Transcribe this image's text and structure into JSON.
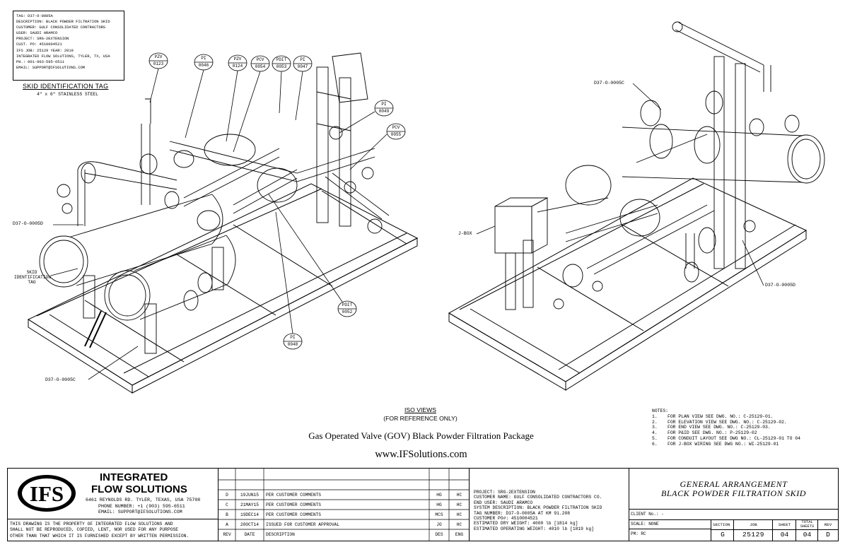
{
  "skid_tag": {
    "lines": [
      "TAG: D37-O-0005A",
      "DESCRIPTION: BLACK POWDER FILTRATION SKID",
      "CUSTOMER: GULF CONSOLIDATED CONTRACTORS",
      "USER: SAUDI ARAMCO",
      "PROJECT: SRG-2EXTENSION",
      "CUST. PO: 4510004521",
      "IFS JOB: 25129        YEAR: 2019",
      "INTEGRATED FLOW SOLUTIONS, TYLER, TX, USA",
      "PH.: 001-903-595-6511",
      "EMAIL: SUPPORT@IFSOLUTIONS.COM"
    ],
    "caption": "SKID IDENTIFICATION TAG",
    "caption_sub": "4\" x 6\" STAINLESS STEEL"
  },
  "callouts_left": [
    {
      "tag": "PZV",
      "num": "0123"
    },
    {
      "tag": "PI",
      "num": "0046"
    },
    {
      "tag": "PZV",
      "num": "0124"
    },
    {
      "tag": "PCV",
      "num": "0054"
    },
    {
      "tag": "PDIT",
      "num": "0053"
    },
    {
      "tag": "PI",
      "num": "0047"
    },
    {
      "tag": "PI",
      "num": "0049"
    },
    {
      "tag": "PCV",
      "num": "0055"
    },
    {
      "tag": "PDIT",
      "num": "0052"
    },
    {
      "tag": "PI",
      "num": "0048"
    }
  ],
  "labels": {
    "left_filter": "D37-O-0005D",
    "skid_id_tag": "SKID IDENTIFICATION TAG",
    "left_bottom": "D37-O-0005C",
    "right_top": "D37-O-0005C",
    "jbox": "J-BOX",
    "right_filter": "D37-O-0005D"
  },
  "iso": {
    "title": "ISO VIEWS",
    "sub": "(FOR REFERENCE ONLY)",
    "package": "Gas Operated Valve (GOV) Black Powder Filtration Package",
    "website": "www.IFSolutions.com"
  },
  "notes": {
    "title": "NOTES:",
    "items": [
      {
        "n": "1.",
        "text": "FOR PLAN VIEW SEE DWG. NO.: C-25129-01."
      },
      {
        "n": "2.",
        "text": "FOR ELEVATION VIEW SEE DWG. NO.: C-25129-02."
      },
      {
        "n": "3.",
        "text": "FOR END VIEW SEE DWG. NO.: C-25129-03."
      },
      {
        "n": "4.",
        "text": "FOR P&ID SEE DWG. NO.: P-25129-02"
      },
      {
        "n": "5.",
        "text": "FOR CONDUIT LAYOUT SEE DWG NO.: CL-25129-01 TO 04"
      },
      {
        "n": "6.",
        "text": "FOR J-BOX WIRING SEE DWG NO.: WI-25129-01"
      }
    ]
  },
  "company": {
    "logo_text": "IFS",
    "name1": "INTEGRATED",
    "name2": "FLOW SOLUTIONS",
    "address": "6461 REYNOLDS RD. TYLER, TEXAS, USA 75708",
    "phone": "PHONE NUMBER: +1 (903) 595-6511",
    "email": "EMAIL: SUPPORT@IFSOLUTIONS.COM",
    "disclaimer": [
      "THIS DRAWING IS THE PROPERTY OF INTEGRATED FLOW SOLUTIONS AND",
      "SHALL NOT BE REPRODUCED, COPIED, LENT, NOR USED FOR ANY PURPOSE",
      "OTHER THAN THAT WHICH IT IS FURNISHED EXCEPT BY WRITTEN PERMISSION."
    ]
  },
  "revisions": {
    "headers": {
      "rev": "REV",
      "date": "DATE",
      "desc": "DESCRIPTION",
      "des": "DES",
      "eng": "ENG"
    },
    "rows": [
      {
        "rev": "D",
        "date": "19JUN15",
        "desc": "PER CUSTOMER COMMENTS",
        "des": "HG",
        "eng": "HC"
      },
      {
        "rev": "C",
        "date": "21MAY15",
        "desc": "PER CUSTOMER COMMENTS",
        "des": "HG",
        "eng": "HC"
      },
      {
        "rev": "B",
        "date": "19DEC14",
        "desc": "PER CUSTOMER COMMENTS",
        "des": "MCS",
        "eng": "HC"
      },
      {
        "rev": "A",
        "date": "20OCT14",
        "desc": "ISSUED FOR CUSTOMER APPROVAL",
        "des": "JG",
        "eng": "HC"
      }
    ]
  },
  "project_info": [
    "PROJECT: SRG-2EXTENSION",
    "CUSTOMER NAME: GULF CONSOLIDATED CONTRACTORS CO.",
    "END USER: SAUDI ARAMCO",
    "SYSTEM DESCRIPTION: BLACK POWDER FILTRATION SKID",
    "TAG NUMBER:  D37-O-0005A AT KM 91.208",
    "CUSTOMER PO#: 4510004521",
    "ESTIMATED DRY WEIGHT: 4000 lb [1814 kg]",
    "ESTIMATED OPERATING WEIGHT: 4010 lb [1819 kg]"
  ],
  "title": {
    "line1": "GENERAL ARRANGEMENT",
    "line2": "BLACK POWDER FILTRATION SKID"
  },
  "client_no_label": "CLIENT No.: -",
  "scale_label": "SCALE: NONE",
  "pm_label": "PM: RC",
  "sheet_fields": {
    "section_label": "SECTION",
    "job_label": "JOB",
    "sheet_label": "SHEET",
    "total_label": "TOTAL SHEETS",
    "rev_label": "REV",
    "section_value": "G",
    "job_value": "25129",
    "sheet_value": "04",
    "total_value": "04",
    "rev_value": "D"
  }
}
